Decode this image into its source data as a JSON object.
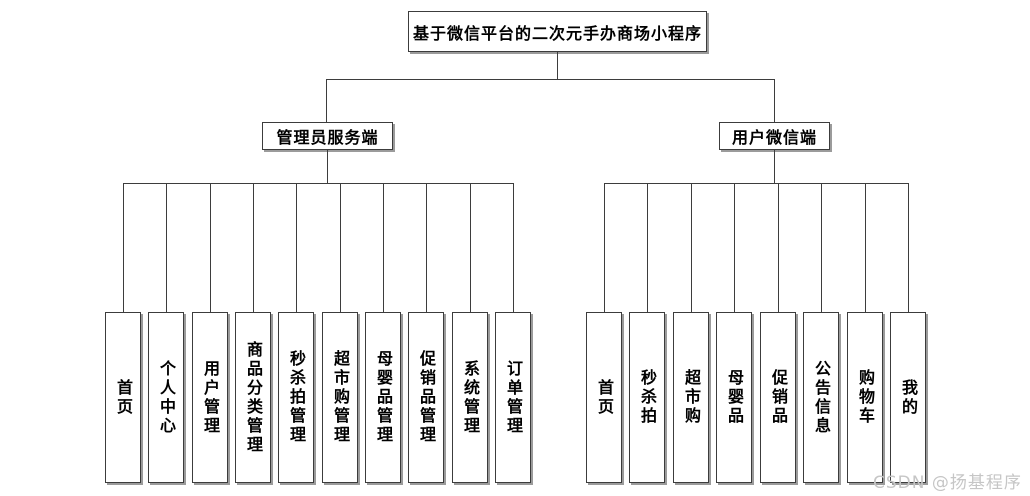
{
  "diagram": {
    "root_label": "基于微信平台的二次元手办商场小程序",
    "branches": [
      {
        "label": "管理员服务端",
        "leaves": [
          "首页",
          "个人中心",
          "用户管理",
          "商品分类管理",
          "秒杀拍管理",
          "超市购管理",
          "母婴品管理",
          "促销品管理",
          "系统管理",
          "订单管理"
        ]
      },
      {
        "label": "用户微信端",
        "leaves": [
          "首页",
          "秒杀拍",
          "超市购",
          "母婴品",
          "促销品",
          "公告信息",
          "购物车",
          "我的"
        ]
      }
    ]
  },
  "watermark": "CSDN @扬基程序",
  "colors": {
    "line": "#3d3d3d",
    "box_border": "#3c3c3c",
    "box_shadow": "#9b9b9b",
    "watermark_text": "#c6c6c6",
    "background": "#ffffff"
  }
}
